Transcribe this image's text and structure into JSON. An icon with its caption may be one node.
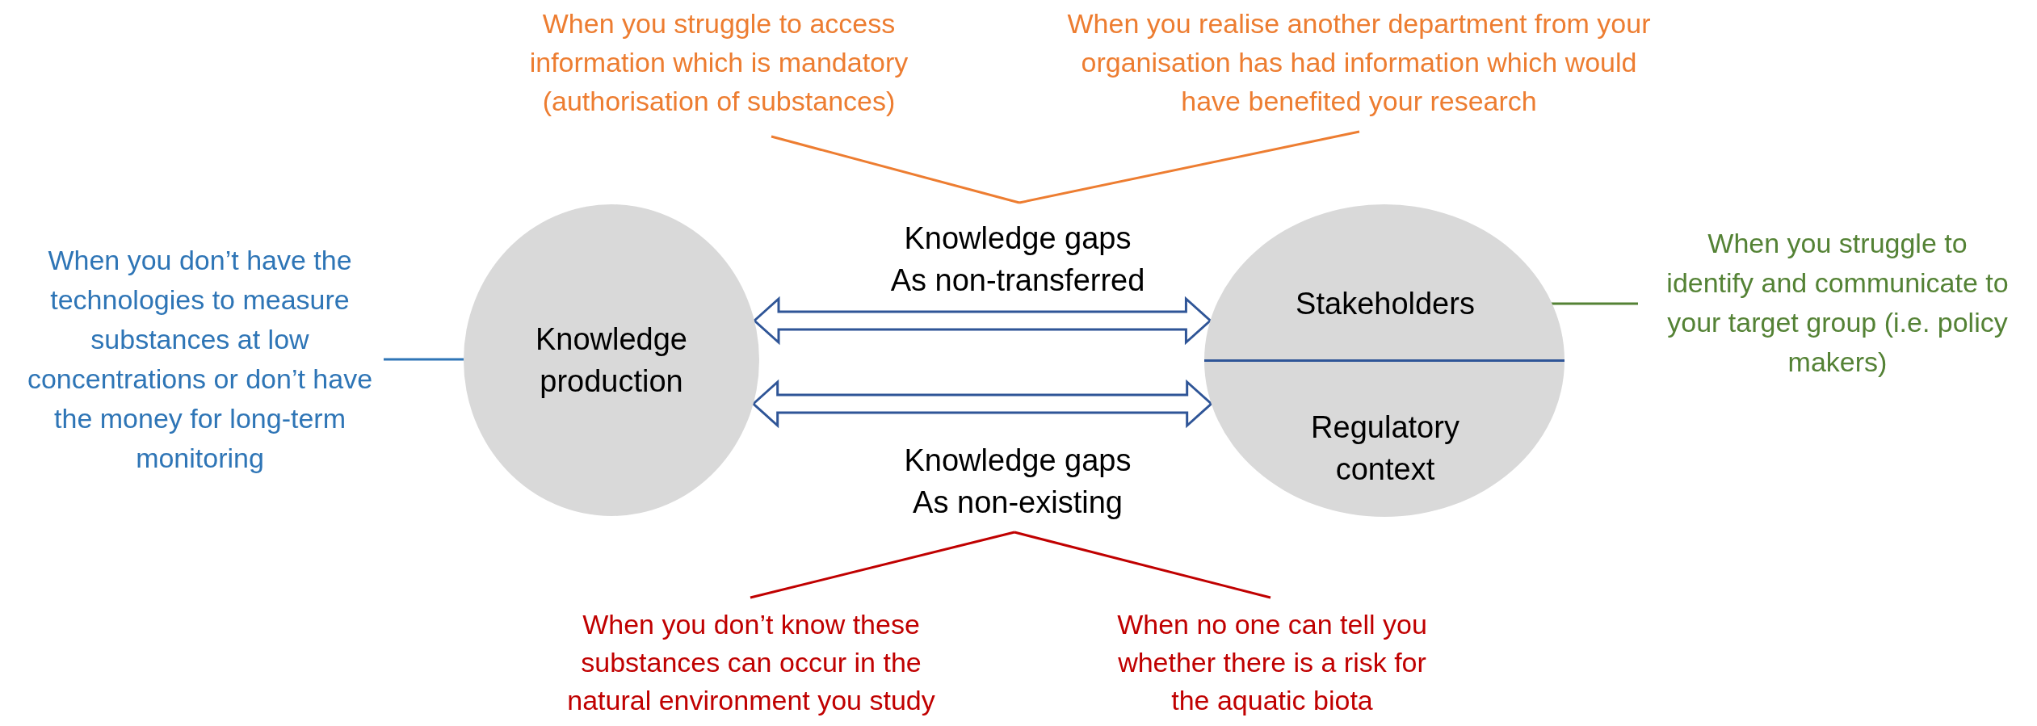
{
  "diagram": {
    "nodes": [
      {
        "text": [
          "When you struggle to access information which is mandatory (authorisation of substances)"
        ]
      },
      {
        "text": [
          "When you realise another department from your organisation has had information which would have benefited your research"
        ]
      },
      {
        "text": [
          "When you don’t have the technologies to measure substances at low concentrations or don’t have the money for long-term monitoring"
        ]
      },
      {
        "text": [
          "Knowledge production"
        ]
      },
      {
        "text": [
          "Knowledge gaps As non-transferred"
        ]
      },
      {
        "text": [],
        "shape": "circle"
      },
      {
        "text": [
          "Stakeholders"
        ],
        "in": 5
      },
      {
        "text": [
          "Regulatory context"
        ],
        "in": 5
      },
      {
        "text": [
          "When you struggle to identify and communicate to your target group (i.e. policy makers)"
        ]
      },
      {
        "text": [
          "Knowledge gaps As non-existing"
        ]
      },
      {
        "text": [
          "When you don’t know these substances can occur in the natural environment you study"
        ]
      },
      {
        "text": [
          "When no one can tell you whether there is a risk for the aquatic biota"
        ]
      }
    ],
    "edges": [
      {
        "from": 0,
        "to": 4,
        "arrow": "none",
        "color": "#ed7d31"
      },
      {
        "from": 1,
        "to": 4,
        "arrow": "none",
        "color": "#ed7d31"
      },
      {
        "from": 2,
        "to": 3,
        "arrow": "none",
        "color": "#2e75b6"
      },
      {
        "from": 3,
        "to": 5,
        "arrow": "both"
      },
      {
        "from": 3,
        "to": 5,
        "arrow": "both"
      },
      {
        "from": 8,
        "to": 6,
        "arrow": "none",
        "color": "#548235"
      },
      {
        "from": 10,
        "to": 9,
        "arrow": "none",
        "color": "#c00000"
      },
      {
        "from": 11,
        "to": 9,
        "arrow": "none",
        "color": "#c00000"
      }
    ]
  }
}
